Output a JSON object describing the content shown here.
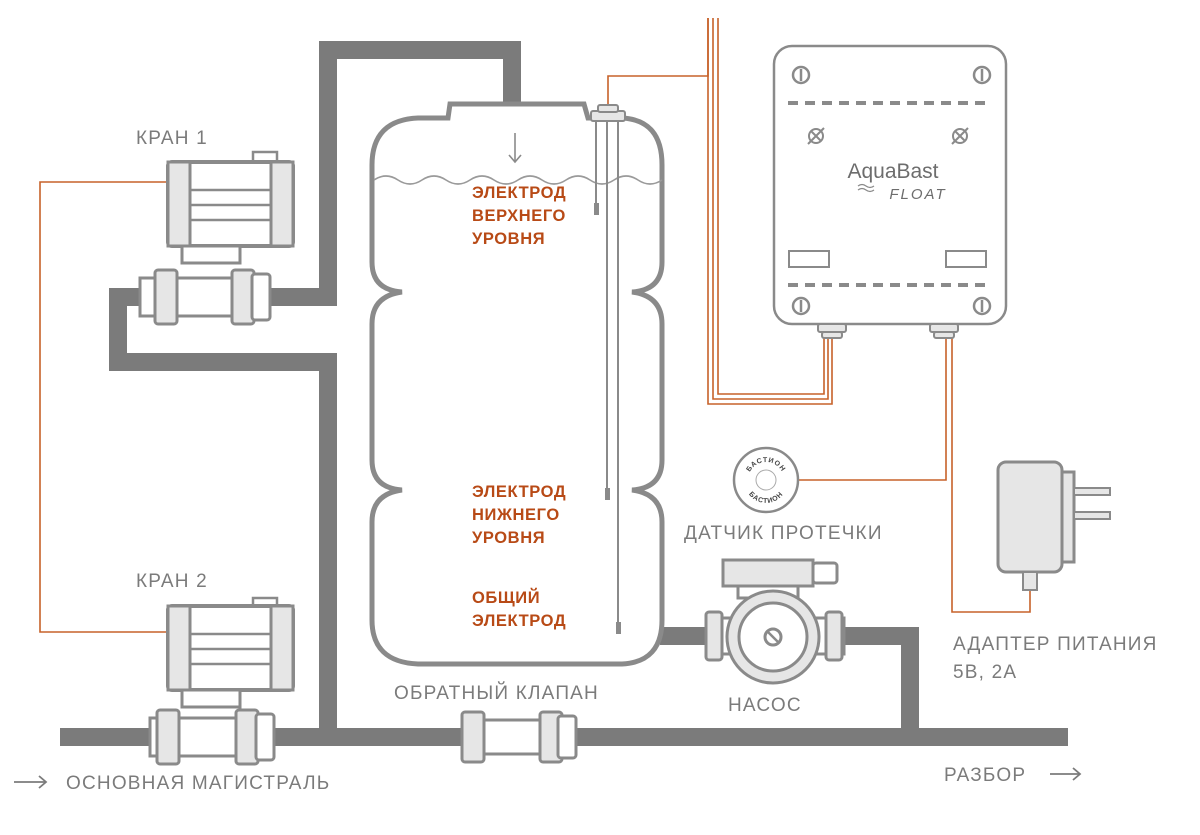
{
  "colors": {
    "pipe": "#7b7b7b",
    "wire": "#c7622a",
    "label_gray": "#7b7b7b",
    "label_orange": "#b84a16",
    "outline": "#8a8a8a",
    "fill_light": "#e6e6e6"
  },
  "labels": {
    "valve1": "КРАН 1",
    "valve2": "КРАН 2",
    "electrode_upper": [
      "ЭЛЕКТРОД",
      "ВЕРХНЕГО",
      "УРОВНЯ"
    ],
    "electrode_lower": [
      "ЭЛЕКТРОД",
      "НИЖНЕГО",
      "УРОВНЯ"
    ],
    "electrode_common": [
      "ОБЩИЙ",
      "ЭЛЕКТРОД"
    ],
    "leak_sensor": "ДАТЧИК ПРОТЕЧКИ",
    "power_adapter": [
      "АДАПТЕР ПИТАНИЯ",
      "5В, 2А"
    ],
    "check_valve": "ОБРАТНЫЙ КЛАПАН",
    "pump": "НАСОС",
    "main_line": "ОСНОВНАЯ МАГИСТРАЛЬ",
    "outlet": "РАЗБОР"
  },
  "controller": {
    "brand": "AquaBast",
    "model": "FLOAT"
  },
  "sensor_seal": {
    "top": "БАСТИОН",
    "bottom": "БАСТИОН"
  },
  "icons": {
    "flow_arrow": "arrow-right-icon",
    "level_arrow": "arrow-down-icon",
    "screw": "screw-icon",
    "mount": "mount-hole-icon"
  }
}
